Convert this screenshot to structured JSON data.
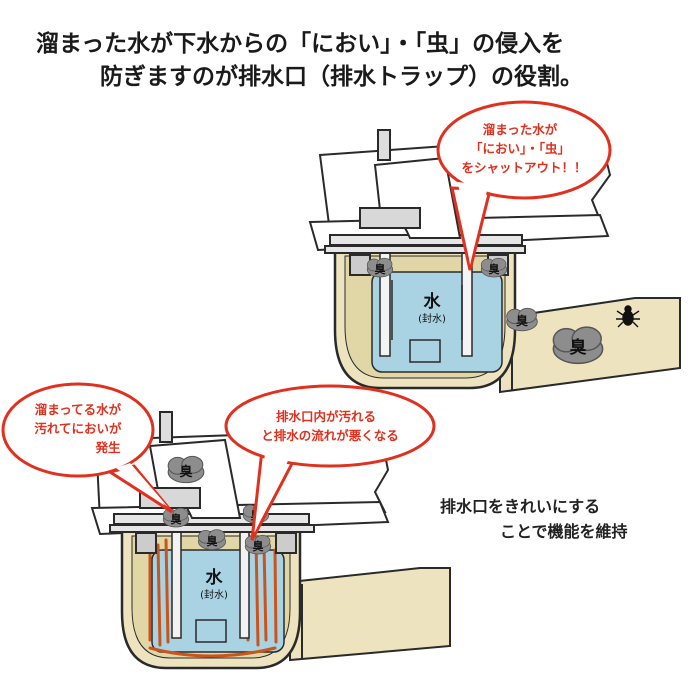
{
  "headline": {
    "line1": "溜まった水が下水からの「におい」・「虫」の侵入を",
    "line2": "防ぎますのが排水口（排水トラップ）の役割。"
  },
  "top_diagram": {
    "bubble": {
      "line1": "溜まった水が",
      "line2": "「におい」・「虫」",
      "line3": "をシャットアウト！！"
    },
    "water_label": "水",
    "water_sub": "(封水)",
    "odor_label": "臭"
  },
  "bottom_diagram": {
    "bubble_left": {
      "line1": "溜まってる水が",
      "line2": "汚れてにおいが",
      "line3": "発生"
    },
    "bubble_right": {
      "line1": "排水口内が汚れる",
      "line2": "と排水の流れが悪くなる"
    },
    "water_label": "水",
    "water_sub": "(封水)",
    "odor_label": "臭"
  },
  "caption": {
    "line1": "排水口をきれいにする",
    "line2": "ことで機能を維持"
  },
  "colors": {
    "water": "#a9d3e3",
    "pipe": "#ede4bf",
    "outline": "#2a2a2a",
    "bubble_text": "#e0301e",
    "odor_cloud": "#8d8d8d",
    "dirt": "#c9551c"
  }
}
